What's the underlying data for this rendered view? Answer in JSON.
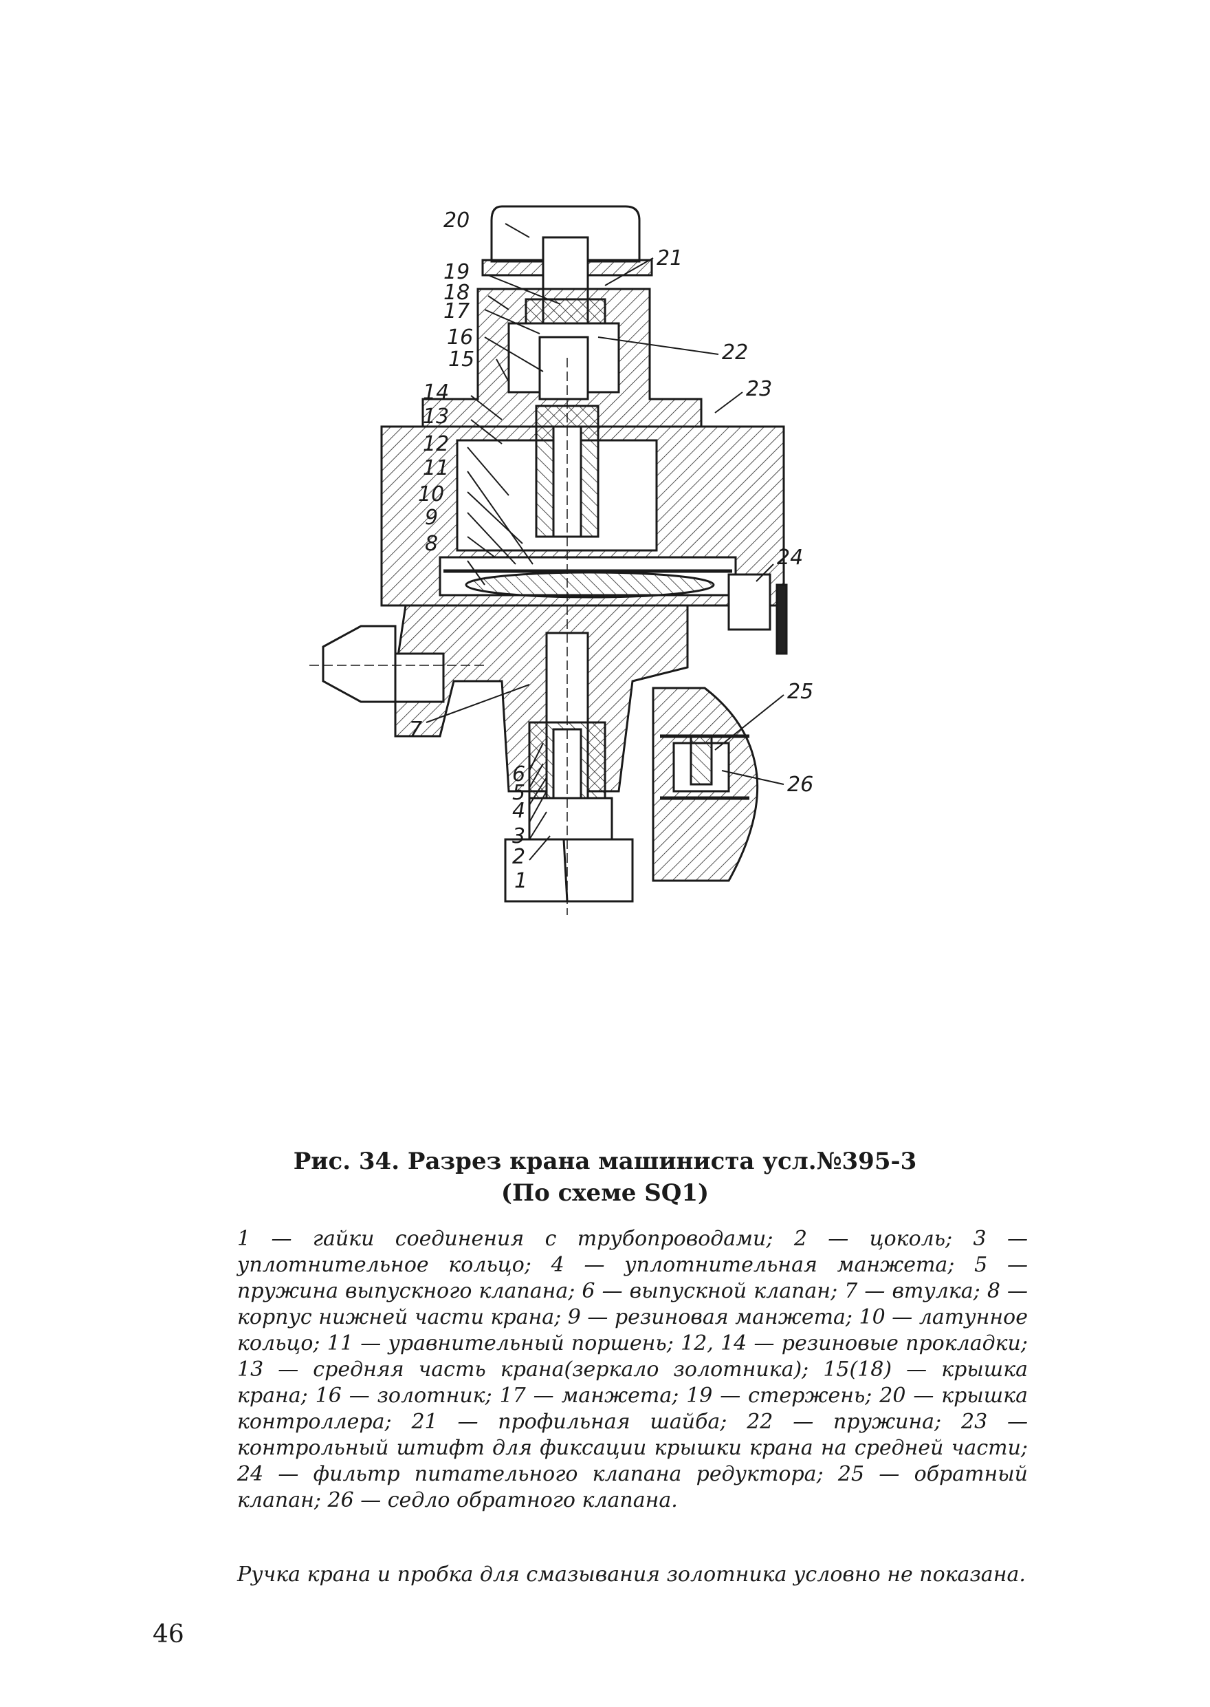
{
  "figure": {
    "callouts": [
      "1",
      "2",
      "3",
      "4",
      "5",
      "6",
      "7",
      "8",
      "9",
      "10",
      "11",
      "12",
      "13",
      "14",
      "15",
      "16",
      "17",
      "18",
      "19",
      "20",
      "21",
      "22",
      "23",
      "24",
      "25",
      "26"
    ]
  },
  "caption": {
    "line1": "Рис. 34. Разрез крана машиниста усл.№395-3",
    "line2": "(По схеме SQ1)"
  },
  "legend": "1 — гайки соединения с трубопроводами; 2 — цоколь; 3 — уплотнительное кольцо; 4 — уплотнительная манжета; 5 — пружина выпускного клапана; 6 — выпускной клапан; 7 — втулка; 8 — корпус нижней части крана; 9 — резиновая манжета; 10 — латунное кольцо; 11 — уравнительный поршень; 12, 14 — резиновые прокладки; 13 — средняя часть крана(зеркало золотника); 15(18) — крышка крана; 16 — золотник; 17 — манжета; 19 — стержень; 20 — крышка контроллера; 21 — профильная шайба; 22 — пружина; 23 — контрольный штифт для фиксации крышки крана на средней части; 24 — фильтр питательного клапана редуктора; 25 — обратный клапан; 26 — седло обратного клапана.",
  "note": "Ручка крана и пробка для смазывания золотника условно не показана.",
  "page_number": "46"
}
